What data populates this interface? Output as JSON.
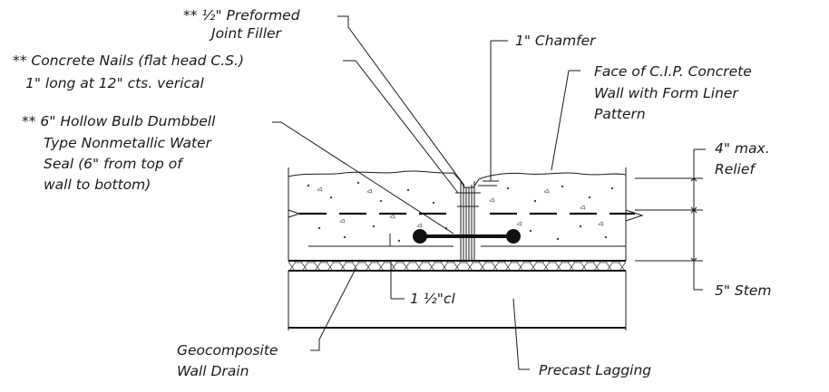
{
  "labels": {
    "joint_filler": [
      "** ½\" Preformed",
      "Joint Filler"
    ],
    "concrete_nails": [
      "** Concrete Nails (flat head C.S.)",
      "1\" long at 12\" cts. verical"
    ],
    "water_seal": [
      "** 6\" Hollow Bulb Dumbbell",
      "Type Nonmetallic Water",
      "Seal (6\" from top of",
      "wall to bottom)"
    ],
    "chamfer": "1\" Chamfer",
    "face_wall": [
      "Face of C.I.P. Concrete",
      "Wall with Form Liner",
      "Pattern"
    ],
    "relief": [
      "4\" max.",
      "Relief"
    ],
    "stem": "5\" Stem",
    "clear_cover": "1 ½\"cl",
    "geocomposite": [
      "Geocomposite",
      "Wall Drain"
    ],
    "precast": "Precast Lagging"
  },
  "colors": {
    "line": "#1a1a1a",
    "background": "#ffffff"
  }
}
